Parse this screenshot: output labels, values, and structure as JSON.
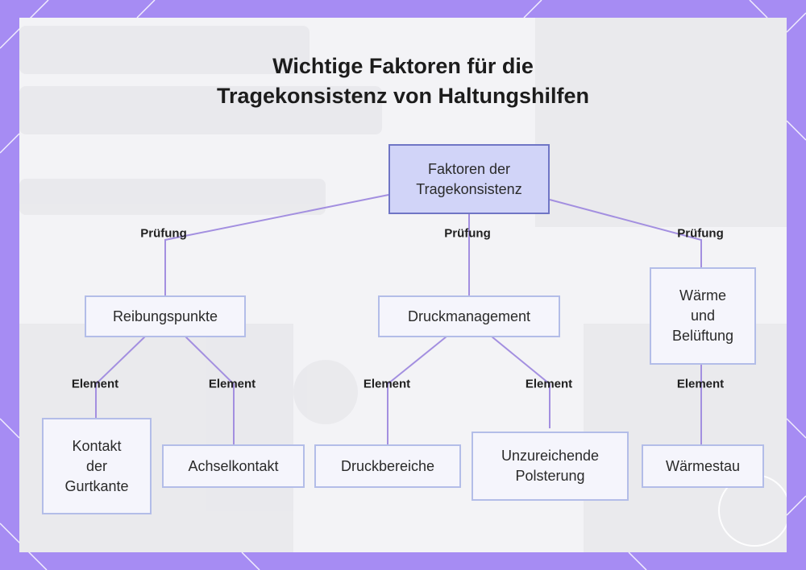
{
  "title": {
    "line1": "Wichtige Faktoren für die",
    "line2": "Tragekonsistenz von Haltungshilfen"
  },
  "colors": {
    "frame": "#a68cf3",
    "panel": "#f3f3f6",
    "edge": "#a38fe0",
    "root_fill": "#d1d4f8",
    "root_border": "#6f75c5",
    "node_fill": "#f5f5fc",
    "node_border": "#b3bde8"
  },
  "nodes": {
    "root": "Faktoren der Tragekonsistenz",
    "reibung": "Reibungspunkte",
    "druck": "Druckmanagement",
    "waerme": "Wärme und Belüftung",
    "kontakt": "Kontakt der Gurtkante",
    "achsel": "Achselkontakt",
    "druckbereiche": "Druckbereiche",
    "polsterung": "Unzureichende Polsterung",
    "waermestau": "Wärmestau"
  },
  "edge_labels": {
    "root_reibung": "Prüfung",
    "root_druck": "Prüfung",
    "root_waerme": "Prüfung",
    "reibung_kontakt": "Element",
    "reibung_achsel": "Element",
    "druck_druckbereiche": "Element",
    "druck_polsterung": "Element",
    "waerme_waermestau": "Element"
  }
}
